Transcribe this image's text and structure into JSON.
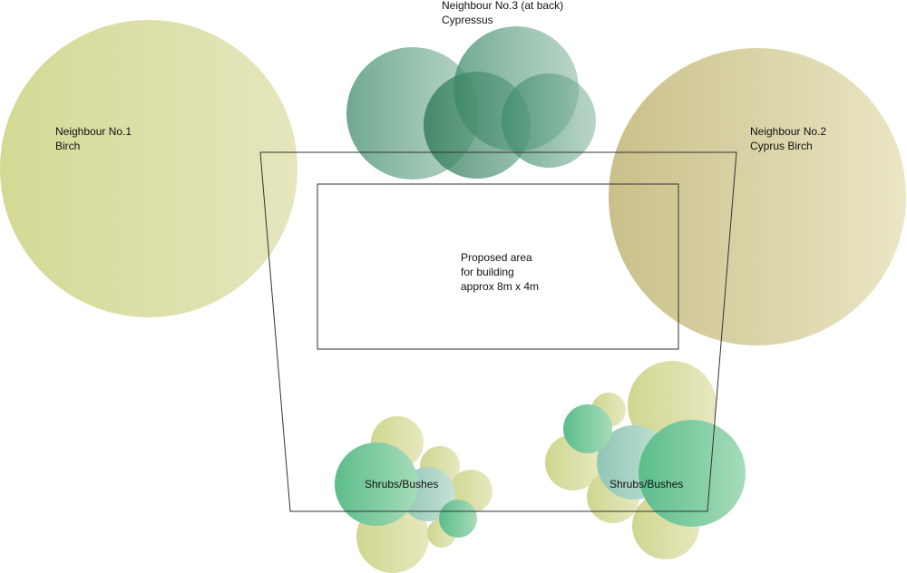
{
  "labels": {
    "neighbour1": {
      "line1": "Neighbour No.1",
      "line2": "Birch"
    },
    "neighbour2": {
      "line1": "Neighbour No.2",
      "line2": "Cyprus Birch"
    },
    "neighbour3": {
      "line1": "Neighbour No.3 (at back)",
      "line2": "Cypressus"
    },
    "building": {
      "line1": "Proposed area",
      "line2": "for building",
      "line3": "approx 8m x 4m"
    },
    "shrubs_left": "Shrubs/Bushes",
    "shrubs_right": "Shrubs/Bushes"
  },
  "colors": {
    "birch": "#d8dc9c",
    "cyprus_birch": "#cfc78e",
    "cypressus": "#4f9a7a",
    "shrub_light": "#d6dc98",
    "shrub_green": "#6cc598",
    "outline": "#333333"
  }
}
